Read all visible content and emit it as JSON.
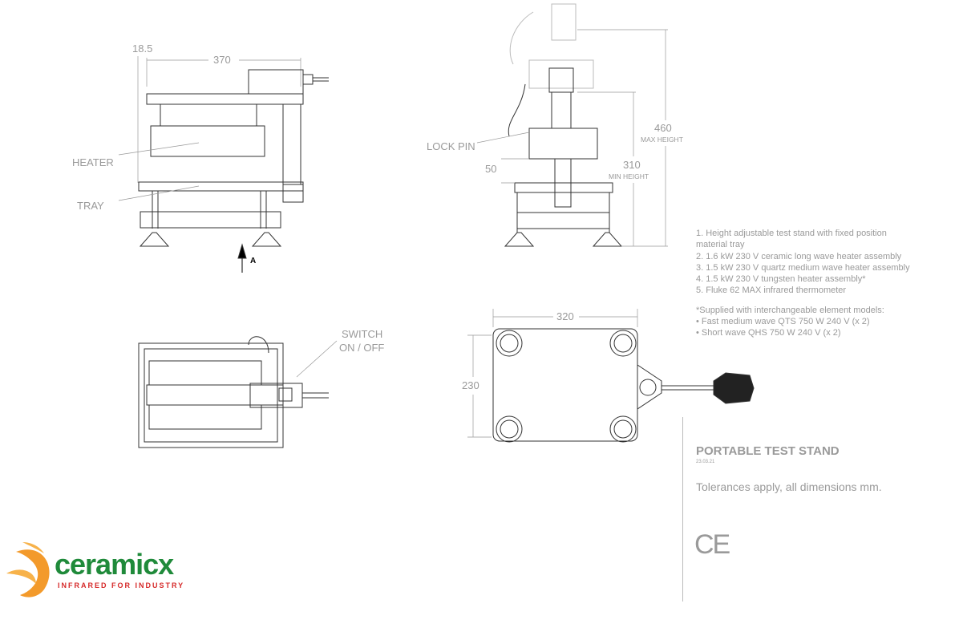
{
  "side_view": {
    "dim_offset": "18.5",
    "dim_width": "370",
    "label_heater": "HEATER",
    "label_tray": "TRAY",
    "view_arrow": "A"
  },
  "front_view": {
    "label_lock_pin": "LOCK PIN",
    "dim_50": "50",
    "dim_max": "460",
    "dim_max_label": "MAX HEIGHT",
    "dim_min": "310",
    "dim_min_label": "MIN HEIGHT"
  },
  "top_view": {
    "switch_label_1": "SWITCH",
    "switch_label_2": "ON / OFF"
  },
  "base_view": {
    "dim_width": "320",
    "dim_depth": "230"
  },
  "notes": {
    "items": [
      "1. Height adjustable test stand with fixed position",
      "material tray",
      "2. 1.6 kW 230 V ceramic long wave heater assembly",
      "3. 1.5 kW 230 V quartz medium wave heater assembly",
      "4. 1.5 kW 230 V tungsten heater assembly*",
      "5. Fluke 62 MAX infrared thermometer"
    ],
    "footnote_title": "*Supplied with interchangeable element models:",
    "footnotes": [
      "• Fast medium wave QTS 750 W 240 V (x 2)",
      "• Short wave QHS 750 W 240 V (x 2)"
    ]
  },
  "title_block": {
    "title": "PORTABLE TEST STAND",
    "date": "23.03.21",
    "tolerance": "Tolerances apply, all dimensions mm.",
    "ce_mark": "CE"
  },
  "logo": {
    "brand": "ceramicx",
    "tagline": "INFRARED FOR INDUSTRY",
    "green": "#1f8a3a",
    "red": "#d62a2a",
    "orange": "#f39a2b"
  }
}
